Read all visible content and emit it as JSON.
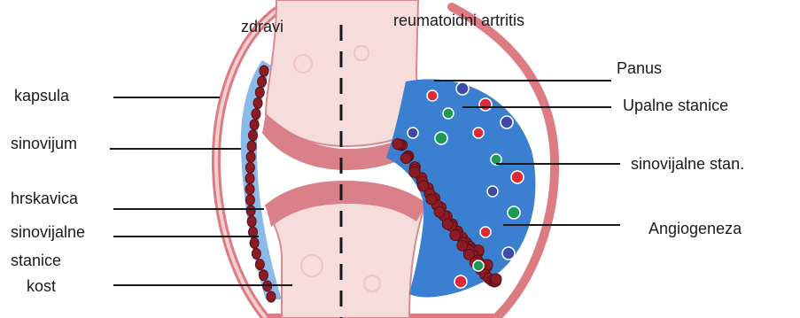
{
  "header": {
    "left": "zdravi",
    "right": "reumatoidni artritis"
  },
  "labels_left": {
    "kapsula": "kapsula",
    "sinovijum": "sinovijum",
    "hrskavica": "hrskavica",
    "sinovijalne_1": "sinovijalne",
    "sinovijalne_2": "stanice",
    "kost": "kost"
  },
  "labels_right": {
    "panus": "Panus",
    "upalne": "Upalne stanice",
    "sinovijalne": "sinovijalne stan.",
    "angiogeneza": "Angiogeneza"
  },
  "colors": {
    "capsule": "#d9757a",
    "bone": "#f6dada",
    "cartilage": "#d77f86",
    "synovium": "#7fb2e5",
    "pannus": "#2f78cf",
    "cell": "#8c1b24"
  }
}
